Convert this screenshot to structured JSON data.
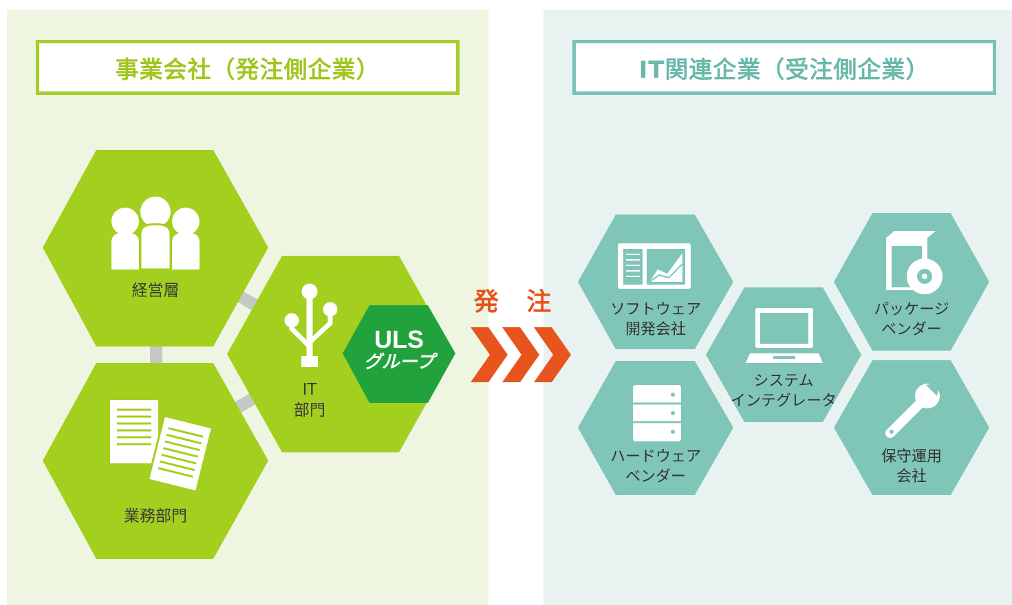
{
  "left_section": {
    "title": "事業会社（発注側企業）"
  },
  "right_section": {
    "title": "IT関連企業（受注側企業）"
  },
  "left_nodes": {
    "management": "経営層",
    "business": "業務部門",
    "it_line1": "IT",
    "it_line2": "部門"
  },
  "uls": {
    "line1": "ULS",
    "line2": "グループ"
  },
  "order_label": "発 注",
  "right_nodes": {
    "software_line1": "ソフトウェア",
    "software_line2": "開発会社",
    "package_line1": "パッケージ",
    "package_line2": "ベンダー",
    "si_line1": "システム",
    "si_line2": "インテグレータ",
    "hardware_line1": "ハードウェア",
    "hardware_line2": "ベンダー",
    "maintenance_line1": "保守運用",
    "maintenance_line2": "会社"
  },
  "colors": {
    "left_bg": "#eef6e1",
    "right_bg": "#e8f3f1",
    "lime_hex": "#a3cf1f",
    "uls_hex": "#22a23c",
    "teal_hex": "#80c6b8",
    "arrow": "#e8541e",
    "connector": "#c6c8c6"
  },
  "icons": {
    "management": "people-icon",
    "business": "documents-icon",
    "it": "usb-tree-icon",
    "software": "book-chart-icon",
    "package": "software-box-icon",
    "si": "laptop-icon",
    "hardware": "server-icon",
    "maintenance": "wrench-icon"
  }
}
